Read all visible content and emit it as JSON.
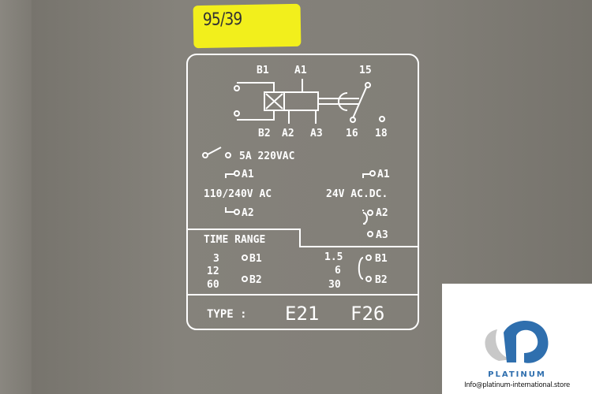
{
  "sticker": {
    "text": "95/39"
  },
  "diagram": {
    "terminals_top": [
      "B1",
      "A1",
      "15"
    ],
    "terminals_bottom": [
      "B2",
      "A2",
      "A3",
      "16",
      "18"
    ],
    "contact_rating": "5A 220VAC",
    "supply_left": {
      "top": "A1",
      "voltage": "110/240V AC",
      "bottom": "A2"
    },
    "supply_right": {
      "top": "A1",
      "voltage": "24V AC.DC.",
      "mid": "A2",
      "bottom": "A3"
    }
  },
  "time_range": {
    "title": "TIME RANGE",
    "left_values": [
      "3",
      "12",
      "60"
    ],
    "left_terminals": [
      "B1",
      "B2"
    ],
    "right_values": [
      "1.5",
      "6",
      "30"
    ],
    "right_terminals": [
      "B1",
      "B2"
    ]
  },
  "type": {
    "label": "TYPE :",
    "model1": "E21",
    "model2": "F26"
  },
  "watermark": {
    "brand": "PLATINUM",
    "email": "Info@platinum-international.store",
    "colors": {
      "blue": "#2f6fae",
      "gray": "#c8c8c8"
    }
  }
}
